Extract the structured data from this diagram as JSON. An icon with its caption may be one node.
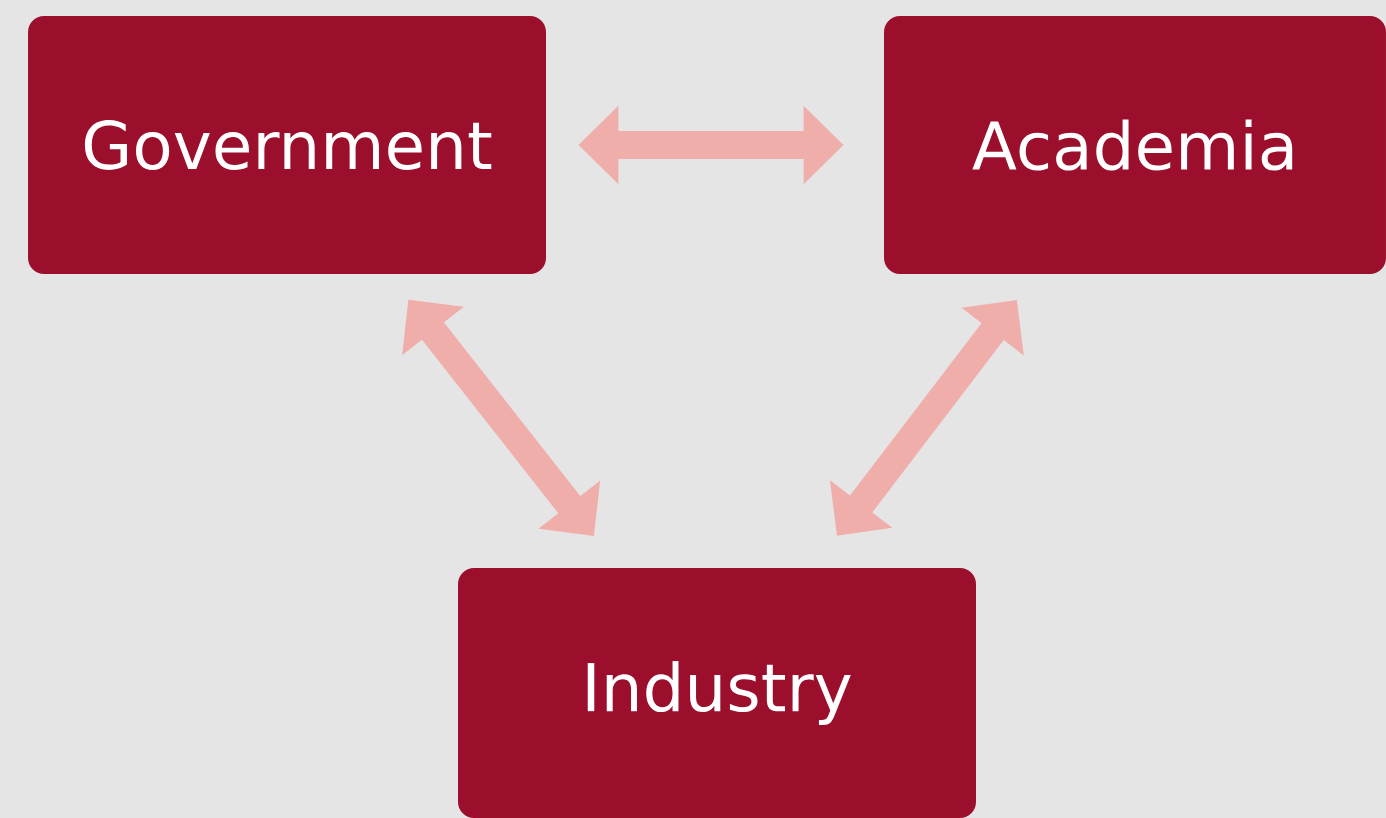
{
  "diagram": {
    "nodes": [
      {
        "text": [
          "Government"
        ]
      },
      {
        "text": [
          "Academia"
        ]
      },
      {
        "text": [
          "Industry"
        ]
      }
    ],
    "edges": [
      {
        "from": 0,
        "to": 1,
        "arrow": "both"
      },
      {
        "from": 0,
        "to": 2,
        "arrow": "both"
      },
      {
        "from": 1,
        "to": 2,
        "arrow": "both"
      }
    ]
  }
}
